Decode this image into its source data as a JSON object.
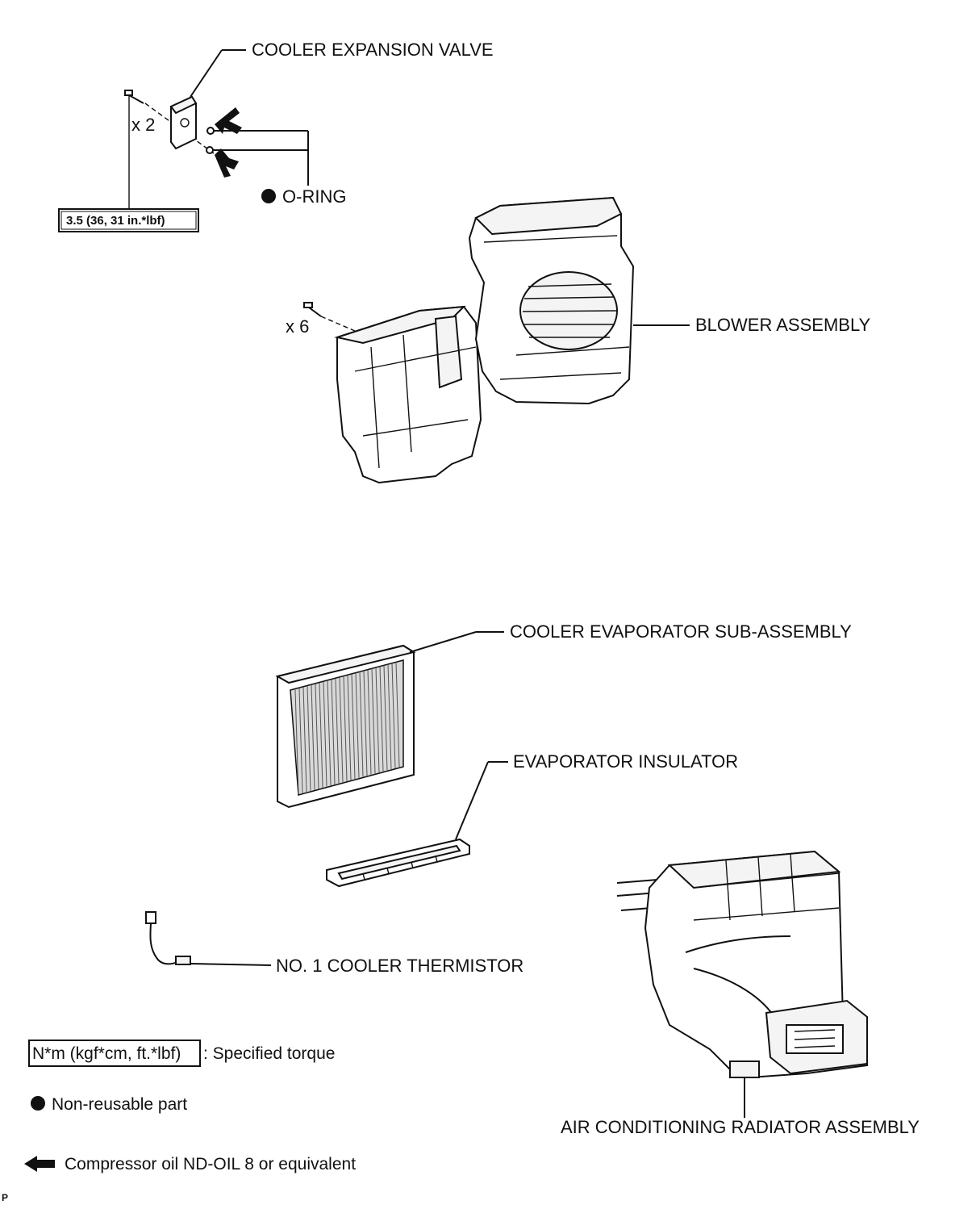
{
  "labels": {
    "cooler_expansion_valve": "COOLER EXPANSION VALVE",
    "qty_expansion_bolts": "x 2",
    "o_ring": "O-RING",
    "torque_value": "3.5 (36, 31 in.*lbf)",
    "blower_assembly": "BLOWER ASSEMBLY",
    "qty_blower_screws": "x 6",
    "cooler_evaporator": "COOLER EVAPORATOR SUB-ASSEMBLY",
    "evaporator_insulator": "EVAPORATOR INSULATOR",
    "cooler_thermistor": "NO. 1 COOLER THERMISTOR",
    "radiator_assembly": "AIR CONDITIONING RADIATOR ASSEMBLY"
  },
  "legend": {
    "torque_unit": "N*m (kgf*cm, ft.*lbf)",
    "torque_desc": ": Specified torque",
    "non_reusable": "Non-reusable part",
    "compressor_oil": "Compressor oil ND-OIL 8 or equivalent"
  },
  "corner_mark": "P",
  "icons": {
    "non_reusable": "filled-circle-icon",
    "oil": "arrow-left-icon"
  },
  "colors": {
    "ink": "#111111",
    "background": "#ffffff"
  }
}
